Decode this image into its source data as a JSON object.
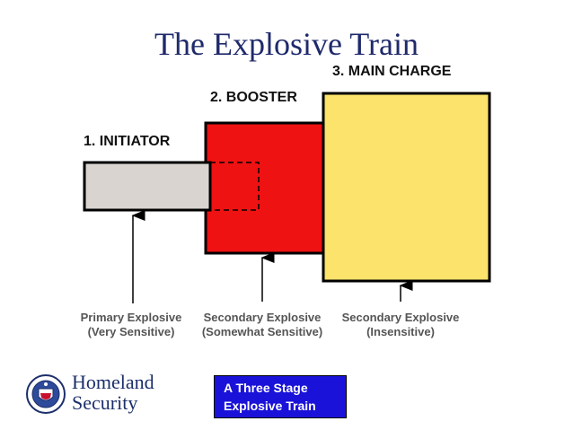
{
  "title": "The Explosive Train",
  "stages": {
    "initiator": "1. INITIATOR",
    "booster": "2. BOOSTER",
    "main_charge": "3. MAIN CHARGE"
  },
  "captions": [
    {
      "line1": "Primary Explosive",
      "line2": "(Very Sensitive)"
    },
    {
      "line1": "Secondary Explosive",
      "line2": "(Somewhat Sensitive)"
    },
    {
      "line1": "Secondary Explosive",
      "line2": "(Insensitive)"
    }
  ],
  "logo": {
    "line1": "Homeland",
    "line2": "Security"
  },
  "caption_box": {
    "line1": "A Three Stage",
    "line2": "Explosive Train"
  },
  "colors": {
    "initiator": "#d9d4d0",
    "booster": "#ee1212",
    "main_charge": "#fbe36c",
    "title": "#1f2a6b",
    "caption_box": "#1a12d8"
  }
}
